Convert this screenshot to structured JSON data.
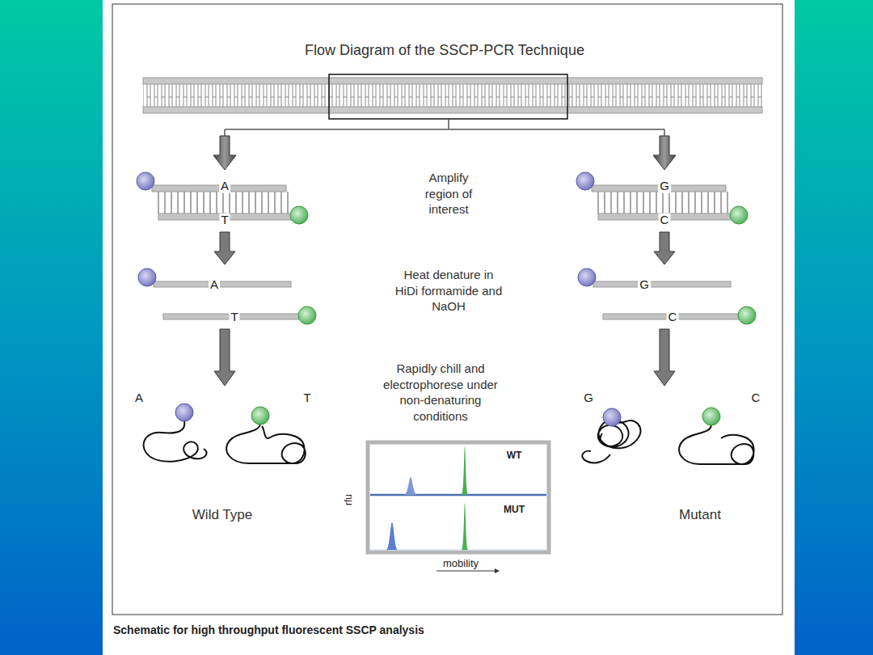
{
  "diagram": {
    "title": "Flow Diagram of the SSCP-PCR Technique",
    "caption": "Schematic for high throughput fluorescent SSCP analysis",
    "nodes": [
      {
        "text": [
          "A",
          "T"
        ]
      },
      {
        "text": [
          "G",
          "C"
        ]
      },
      {
        "text": [
          "A",
          "T"
        ]
      },
      {
        "text": [
          "G",
          "C"
        ]
      },
      {
        "text": [
          "A",
          "T"
        ]
      },
      {
        "text": [
          "G",
          "C"
        ]
      },
      {
        "text": [
          "rfu",
          "mobility"
        ]
      },
      {
        "text": [
          "WT"
        ],
        "in": 6
      },
      {
        "text": [
          "MUT"
        ],
        "in": 6
      }
    ],
    "edges": [
      {
        "from": 0,
        "to": 2,
        "arrow": "to"
      },
      {
        "from": 2,
        "to": 4,
        "arrow": "to"
      },
      {
        "from": 1,
        "to": 3,
        "arrow": "to"
      },
      {
        "from": 3,
        "to": 5,
        "arrow": "to"
      }
    ],
    "labels": [
      "Amplify region of interest",
      "Heat denature in HiDi formamide and NaOH",
      "Rapidly chill and electrophorese under non-denaturing conditions",
      "Wild Type",
      "Mutant"
    ]
  }
}
